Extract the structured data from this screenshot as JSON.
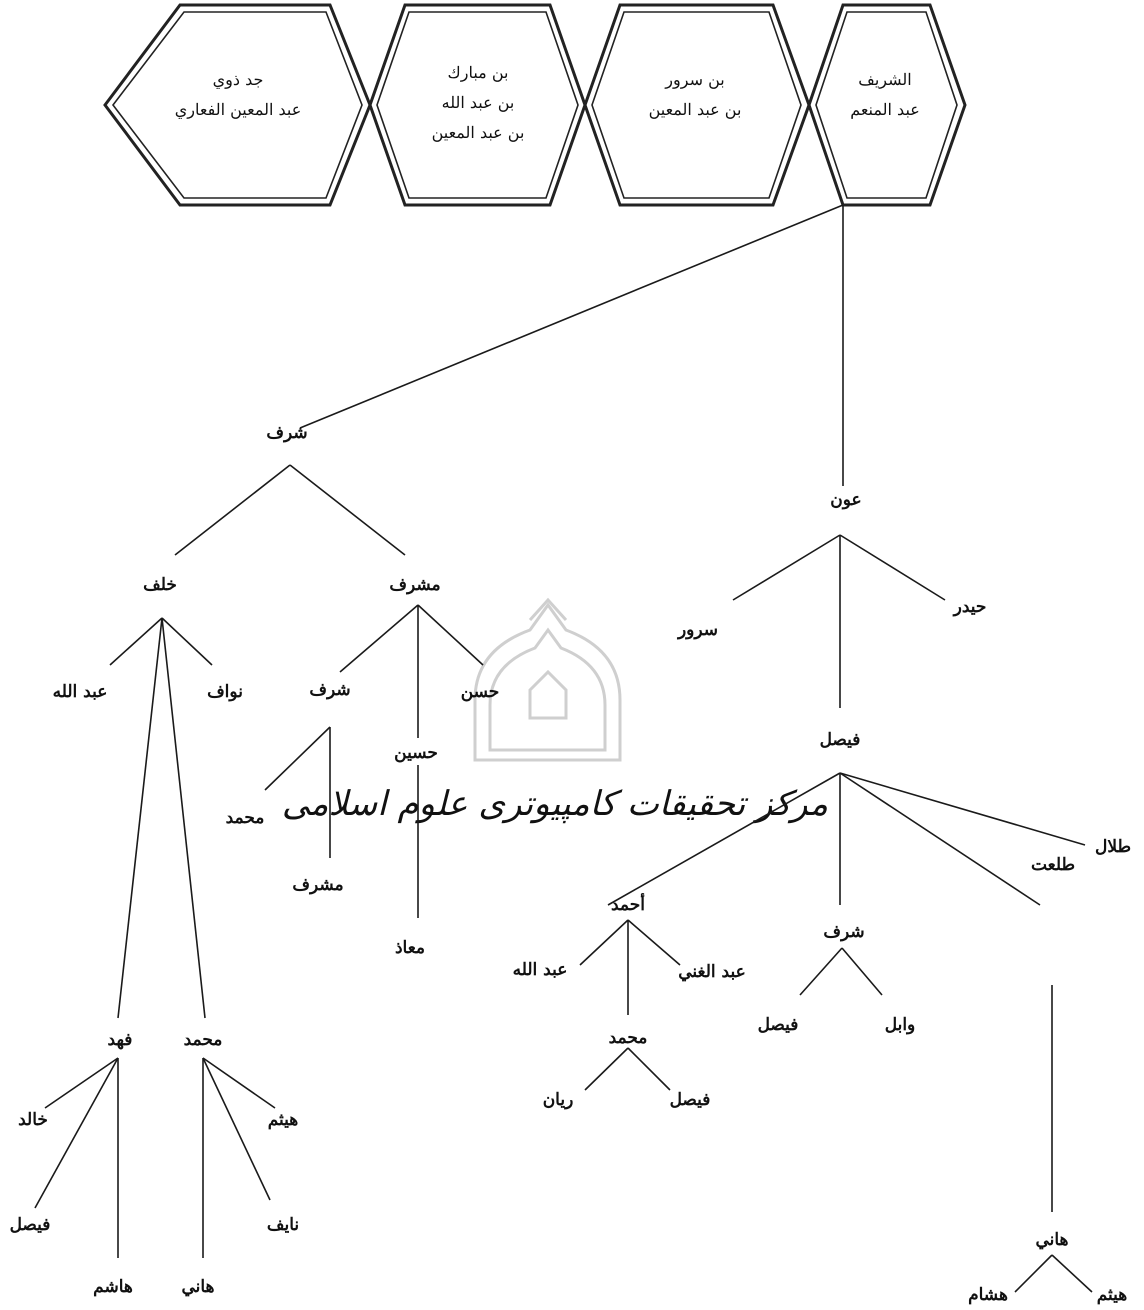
{
  "colors": {
    "line": "#1a1a1a",
    "text": "#111111",
    "watermark": "#cfcfcf"
  },
  "header": {
    "hexagons": [
      {
        "id": "h1",
        "lines": [
          "الشريف",
          "عبد المنعم"
        ]
      },
      {
        "id": "h2",
        "lines": [
          "بن سرور",
          "بن عبد المعين"
        ]
      },
      {
        "id": "h3",
        "lines": [
          "بن مبارك",
          "بن عبد الله",
          "بن عبد المعين"
        ]
      },
      {
        "id": "h4",
        "lines": [
          "جد ذوي",
          "عبد المعين الفعاري"
        ]
      }
    ]
  },
  "watermark": {
    "text": "مرکز تحقیقات کامپیوتری علوم اسلامی"
  },
  "tree": {
    "nodes": [
      {
        "id": "sharaf",
        "name": "شرف"
      },
      {
        "id": "aun",
        "name": "عون"
      },
      {
        "id": "khalaf",
        "name": "خلف"
      },
      {
        "id": "mushrif",
        "name": "مشرف"
      },
      {
        "id": "sharaf2",
        "name": "شرف"
      },
      {
        "id": "hussein",
        "name": "حسين"
      },
      {
        "id": "hasan",
        "name": "حسن"
      },
      {
        "id": "muhammad1",
        "name": "محمد"
      },
      {
        "id": "mushrif2",
        "name": "مشرف"
      },
      {
        "id": "muath",
        "name": "معاذ"
      },
      {
        "id": "abdullah1",
        "name": "عبد الله"
      },
      {
        "id": "nawaf",
        "name": "نواف"
      },
      {
        "id": "fahd",
        "name": "فهد"
      },
      {
        "id": "muhammad2",
        "name": "محمد"
      },
      {
        "id": "khalid",
        "name": "خالد"
      },
      {
        "id": "faisal1",
        "name": "فيصل"
      },
      {
        "id": "hashim",
        "name": "هاشم"
      },
      {
        "id": "haitham1",
        "name": "هيثم"
      },
      {
        "id": "nayef",
        "name": "نايف"
      },
      {
        "id": "hani1",
        "name": "هاني"
      },
      {
        "id": "sarur",
        "name": "سرور"
      },
      {
        "id": "haidar",
        "name": "حيدر"
      },
      {
        "id": "faisal2",
        "name": "فيصل"
      },
      {
        "id": "ahmad",
        "name": "أحمد"
      },
      {
        "id": "sharaf3",
        "name": "شرف"
      },
      {
        "id": "talaat",
        "name": "طلعت"
      },
      {
        "id": "talal",
        "name": "طلال"
      },
      {
        "id": "abdullah2",
        "name": "عبد الله"
      },
      {
        "id": "abdulghani",
        "name": "عبد الغني"
      },
      {
        "id": "muhammad3",
        "name": "محمد"
      },
      {
        "id": "rayan",
        "name": "ريان"
      },
      {
        "id": "faisal3",
        "name": "فيصل"
      },
      {
        "id": "faisal4",
        "name": "فيصل"
      },
      {
        "id": "wael",
        "name": "وابل"
      },
      {
        "id": "hani2",
        "name": "هاني"
      },
      {
        "id": "hisham",
        "name": "هشام"
      },
      {
        "id": "haitham2",
        "name": "هيثم"
      }
    ]
  }
}
